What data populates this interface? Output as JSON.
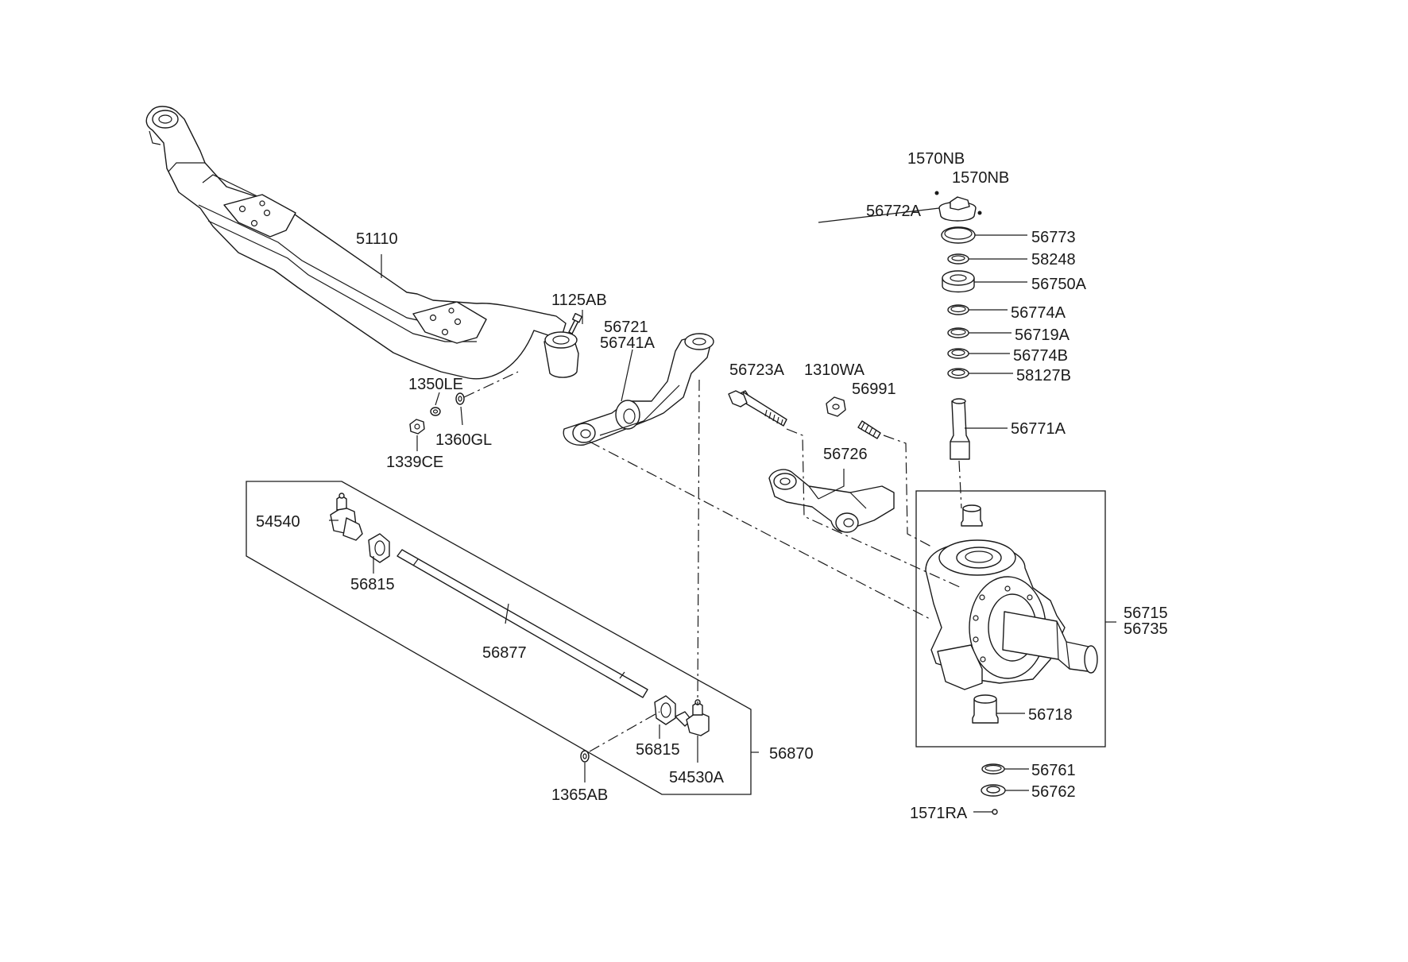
{
  "labels": {
    "p51110": "51110",
    "p1125AB": "1125AB",
    "p56721": "56721",
    "p56741A": "56741A",
    "p1350LE": "1350LE",
    "p1360GL": "1360GL",
    "p1339CE": "1339CE",
    "p56723A": "56723A",
    "p1310WA": "1310WA",
    "p56991": "56991",
    "p56726": "56726",
    "p1570NB_a": "1570NB",
    "p1570NB_b": "1570NB",
    "p56772A": "56772A",
    "p56773": "56773",
    "p58248": "58248",
    "p56750A": "56750A",
    "p56774A": "56774A",
    "p56719A": "56719A",
    "p56774B": "56774B",
    "p58127B": "58127B",
    "p56771A": "56771A",
    "p56715": "56715",
    "p56735": "56735",
    "p56718": "56718",
    "p56761": "56761",
    "p56762": "56762",
    "p1571RA": "1571RA",
    "p54540": "54540",
    "p56815_a": "56815",
    "p56877": "56877",
    "p56815_b": "56815",
    "p54530A": "54530A",
    "p56870": "56870",
    "p1365AB": "1365AB"
  }
}
